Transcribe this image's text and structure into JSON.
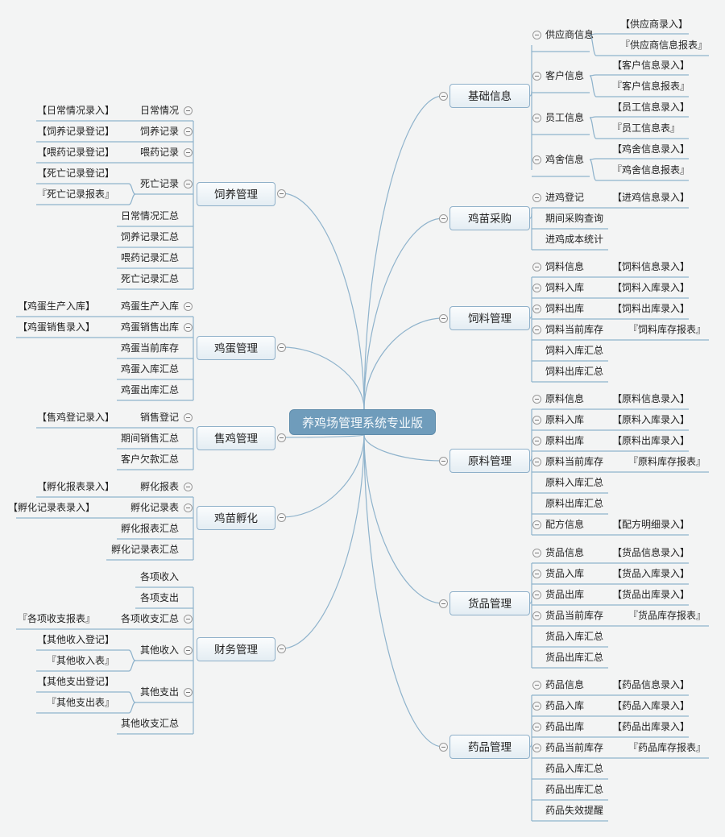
{
  "root": {
    "label": "养鸡场管理系统专业版"
  },
  "colors": {
    "line": "#8fb3cc",
    "root_fill": "#6f9cbb",
    "node_border": "#8fb0c9",
    "background": "#f3f4f4"
  },
  "right": [
    {
      "label": "基础信息",
      "children": [
        {
          "label": "供应商信息",
          "leaves": [
            "【供应商录入】",
            "『供应商信息报表』"
          ]
        },
        {
          "label": "客户信息",
          "leaves": [
            "【客户信息录入】",
            "『客户信息报表』"
          ]
        },
        {
          "label": "员工信息",
          "leaves": [
            "【员工信息录入】",
            "『员工信息表』"
          ]
        },
        {
          "label": "鸡舍信息",
          "leaves": [
            "【鸡舍信息录入】",
            "『鸡舍信息报表』"
          ]
        }
      ]
    },
    {
      "label": "鸡苗采购",
      "children": [
        {
          "label": "进鸡登记",
          "leaves": [
            "【进鸡信息录入】"
          ]
        },
        {
          "label": "期间采购查询",
          "leaves": []
        },
        {
          "label": "进鸡成本统计",
          "leaves": []
        }
      ]
    },
    {
      "label": "饲料管理",
      "children": [
        {
          "label": "饲料信息",
          "leaves": [
            "【饲料信息录入】"
          ]
        },
        {
          "label": "饲料入库",
          "leaves": [
            "【饲料入库录入】"
          ]
        },
        {
          "label": "饲料出库",
          "leaves": [
            "【饲料出库录入】"
          ]
        },
        {
          "label": "饲料当前库存",
          "leaves": [
            "『饲料库存报表』"
          ]
        },
        {
          "label": "饲料入库汇总",
          "leaves": []
        },
        {
          "label": "饲料出库汇总",
          "leaves": []
        }
      ]
    },
    {
      "label": "原料管理",
      "children": [
        {
          "label": "原料信息",
          "leaves": [
            "【原料信息录入】"
          ]
        },
        {
          "label": "原料入库",
          "leaves": [
            "【原料入库录入】"
          ]
        },
        {
          "label": "原料出库",
          "leaves": [
            "【原料出库录入】"
          ]
        },
        {
          "label": "原料当前库存",
          "leaves": [
            "『原料库存报表』"
          ]
        },
        {
          "label": "原料入库汇总",
          "leaves": []
        },
        {
          "label": "原料出库汇总",
          "leaves": []
        },
        {
          "label": "配方信息",
          "leaves": [
            "【配方明细录入】"
          ]
        }
      ]
    },
    {
      "label": "货品管理",
      "children": [
        {
          "label": "货品信息",
          "leaves": [
            "【货品信息录入】"
          ]
        },
        {
          "label": "货品入库",
          "leaves": [
            "【货品入库录入】"
          ]
        },
        {
          "label": "货品出库",
          "leaves": [
            "【货品出库录入】"
          ]
        },
        {
          "label": "货品当前库存",
          "leaves": [
            "『货品库存报表』"
          ]
        },
        {
          "label": "货品入库汇总",
          "leaves": []
        },
        {
          "label": "货品出库汇总",
          "leaves": []
        }
      ]
    },
    {
      "label": "药品管理",
      "children": [
        {
          "label": "药品信息",
          "leaves": [
            "【药品信息录入】"
          ]
        },
        {
          "label": "药品入库",
          "leaves": [
            "【药品入库录入】"
          ]
        },
        {
          "label": "药品出库",
          "leaves": [
            "【药品出库录入】"
          ]
        },
        {
          "label": "药品当前库存",
          "leaves": [
            "『药品库存报表』"
          ]
        },
        {
          "label": "药品入库汇总",
          "leaves": []
        },
        {
          "label": "药品出库汇总",
          "leaves": []
        },
        {
          "label": "药品失效提醒",
          "leaves": []
        }
      ]
    }
  ],
  "left": [
    {
      "label": "饲养管理",
      "children": [
        {
          "label": "日常情况",
          "leaves": [
            "【日常情况录入】"
          ]
        },
        {
          "label": "饲养记录",
          "leaves": [
            "【饲养记录登记】"
          ]
        },
        {
          "label": "喂药记录",
          "leaves": [
            "【喂药记录登记】"
          ]
        },
        {
          "label": "死亡记录",
          "leaves": [
            "【死亡记录登记】",
            "『死亡记录报表』"
          ]
        },
        {
          "label": "日常情况汇总",
          "leaves": []
        },
        {
          "label": "饲养记录汇总",
          "leaves": []
        },
        {
          "label": "喂药记录汇总",
          "leaves": []
        },
        {
          "label": "死亡记录汇总",
          "leaves": []
        }
      ]
    },
    {
      "label": "鸡蛋管理",
      "children": [
        {
          "label": "鸡蛋生产入库",
          "leaves": [
            "【鸡蛋生产入库】"
          ]
        },
        {
          "label": "鸡蛋销售出库",
          "leaves": [
            "【鸡蛋销售录入】"
          ]
        },
        {
          "label": "鸡蛋当前库存",
          "leaves": []
        },
        {
          "label": "鸡蛋入库汇总",
          "leaves": []
        },
        {
          "label": "鸡蛋出库汇总",
          "leaves": []
        }
      ]
    },
    {
      "label": "售鸡管理",
      "children": [
        {
          "label": "销售登记",
          "leaves": [
            "【售鸡登记录入】"
          ]
        },
        {
          "label": "期间销售汇总",
          "leaves": []
        },
        {
          "label": "客户欠款汇总",
          "leaves": []
        }
      ]
    },
    {
      "label": "鸡苗孵化",
      "children": [
        {
          "label": "孵化报表",
          "leaves": [
            "【孵化报表录入】"
          ]
        },
        {
          "label": "孵化记录表",
          "leaves": [
            "【孵化记录表录入】"
          ]
        },
        {
          "label": "孵化报表汇总",
          "leaves": []
        },
        {
          "label": "孵化记录表汇总",
          "leaves": []
        }
      ]
    },
    {
      "label": "财务管理",
      "children": [
        {
          "label": "各项收入",
          "leaves": []
        },
        {
          "label": "各项支出",
          "leaves": []
        },
        {
          "label": "各项收支汇总",
          "leaves": [
            "『各项收支报表』"
          ]
        },
        {
          "label": "其他收入",
          "leaves": [
            "【其他收入登记】",
            "『其他收入表』"
          ]
        },
        {
          "label": "其他支出",
          "leaves": [
            "【其他支出登记】",
            "『其他支出表』"
          ]
        },
        {
          "label": "其他收支汇总",
          "leaves": []
        }
      ]
    }
  ]
}
